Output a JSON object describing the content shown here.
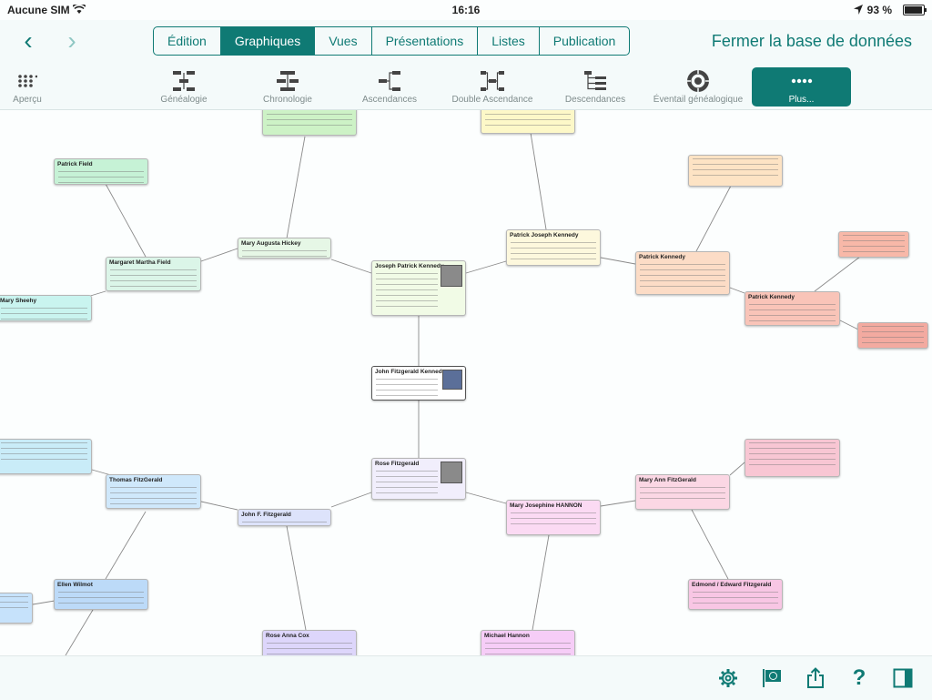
{
  "status_bar": {
    "carrier": "Aucune SIM",
    "time": "16:16",
    "battery": "93 %"
  },
  "nav": {
    "tabs": [
      {
        "label": "Édition"
      },
      {
        "label": "Graphiques"
      },
      {
        "label": "Vues"
      },
      {
        "label": "Présentations"
      },
      {
        "label": "Listes"
      },
      {
        "label": "Publication"
      }
    ],
    "active_tab": "Graphiques",
    "close_label": "Fermer la base de données"
  },
  "toolbar": {
    "items": [
      {
        "label": "Aperçu",
        "icon": "grid-icon"
      },
      {
        "label": "Généalogie",
        "icon": "genealogy-chart-icon"
      },
      {
        "label": "Chronologie",
        "icon": "timeline-chart-icon"
      },
      {
        "label": "Ascendances",
        "icon": "ancestor-chart-icon"
      },
      {
        "label": "Double Ascendance",
        "icon": "double-ancestor-chart-icon"
      },
      {
        "label": "Descendances",
        "icon": "descendant-chart-icon"
      },
      {
        "label": "Éventail généalogique",
        "icon": "fan-chart-icon"
      },
      {
        "label": "Plus...",
        "icon": "more-dots-icon"
      }
    ],
    "active": "Plus..."
  },
  "people": {
    "jfk": "John Fitzgerald Kennedy",
    "jpk": "Joseph Patrick Kennedy",
    "rose": "Rose Fitzgerald",
    "patrick_joseph": "Patrick Joseph Kennedy",
    "mary_augusta": "Mary Augusta Hickey",
    "margaret": "Margaret Martha Field",
    "patrick_field": "Patrick Field",
    "mary_sheehy": "Mary Sheehy",
    "patrick_kennedy": "Patrick Kennedy",
    "patrick_kennedy_2": "Patrick Kennedy",
    "thomas": "Thomas FitzGerald",
    "john_f": "John F. Fitzgerald",
    "mary_josephine": "Mary Josephine HANNON",
    "mary_ann": "Mary Ann FitzGerald",
    "edmond": "Edmond / Edward Fitzgerald",
    "rose_anna": "Rose Anna Cox",
    "michael": "Michael Hannon",
    "ellen": "Ellen Wilmot"
  },
  "bottom_bar": {
    "icons": [
      "gear-icon",
      "flag-icon",
      "share-icon",
      "help-icon",
      "sidebar-icon"
    ]
  },
  "colors": {
    "accent": "#0f7a74"
  }
}
